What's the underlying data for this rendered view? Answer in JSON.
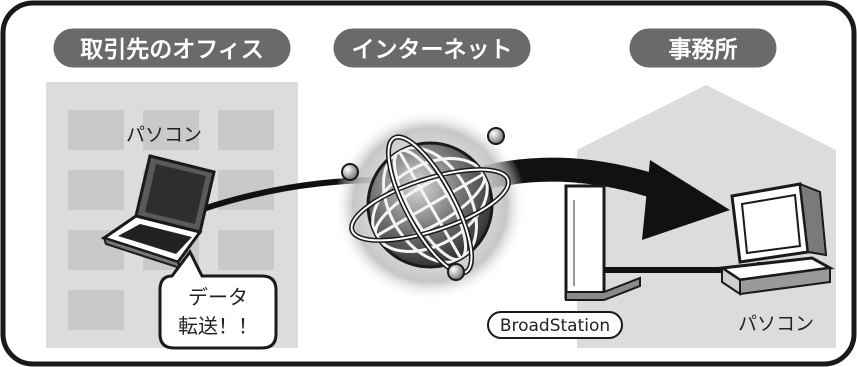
{
  "sections": {
    "client_office": "取引先のオフィス",
    "internet": "インターネット",
    "office": "事務所"
  },
  "labels": {
    "laptop": "パソコン",
    "desktop": "パソコン",
    "router": "BroadStation"
  },
  "bubble": {
    "line1": "データ",
    "line2": "転送！！"
  }
}
